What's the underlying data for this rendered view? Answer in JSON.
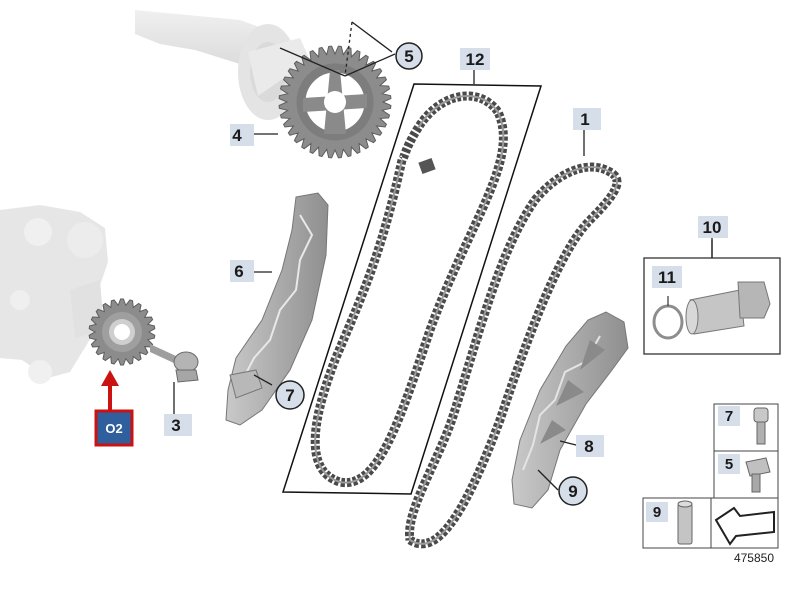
{
  "callouts": {
    "c1": "1",
    "c3": "3",
    "c4": "4",
    "c5": "5",
    "c6": "6",
    "c7": "7",
    "c8": "8",
    "c9": "9",
    "c10": "10",
    "c11": "11",
    "c12": "12"
  },
  "highlight_tag": "O2",
  "legend": {
    "item_a": "7",
    "item_b": "5",
    "item_c": "9"
  },
  "diagram_number": "475850",
  "colors": {
    "label_bg": "#d6dee9",
    "tag_bg": "#2f5f9c",
    "tag_border": "#cc1111",
    "arrow": "#cc1111",
    "part_gray": "#a8a8a8",
    "chain_dark": "#4a4a4a"
  }
}
